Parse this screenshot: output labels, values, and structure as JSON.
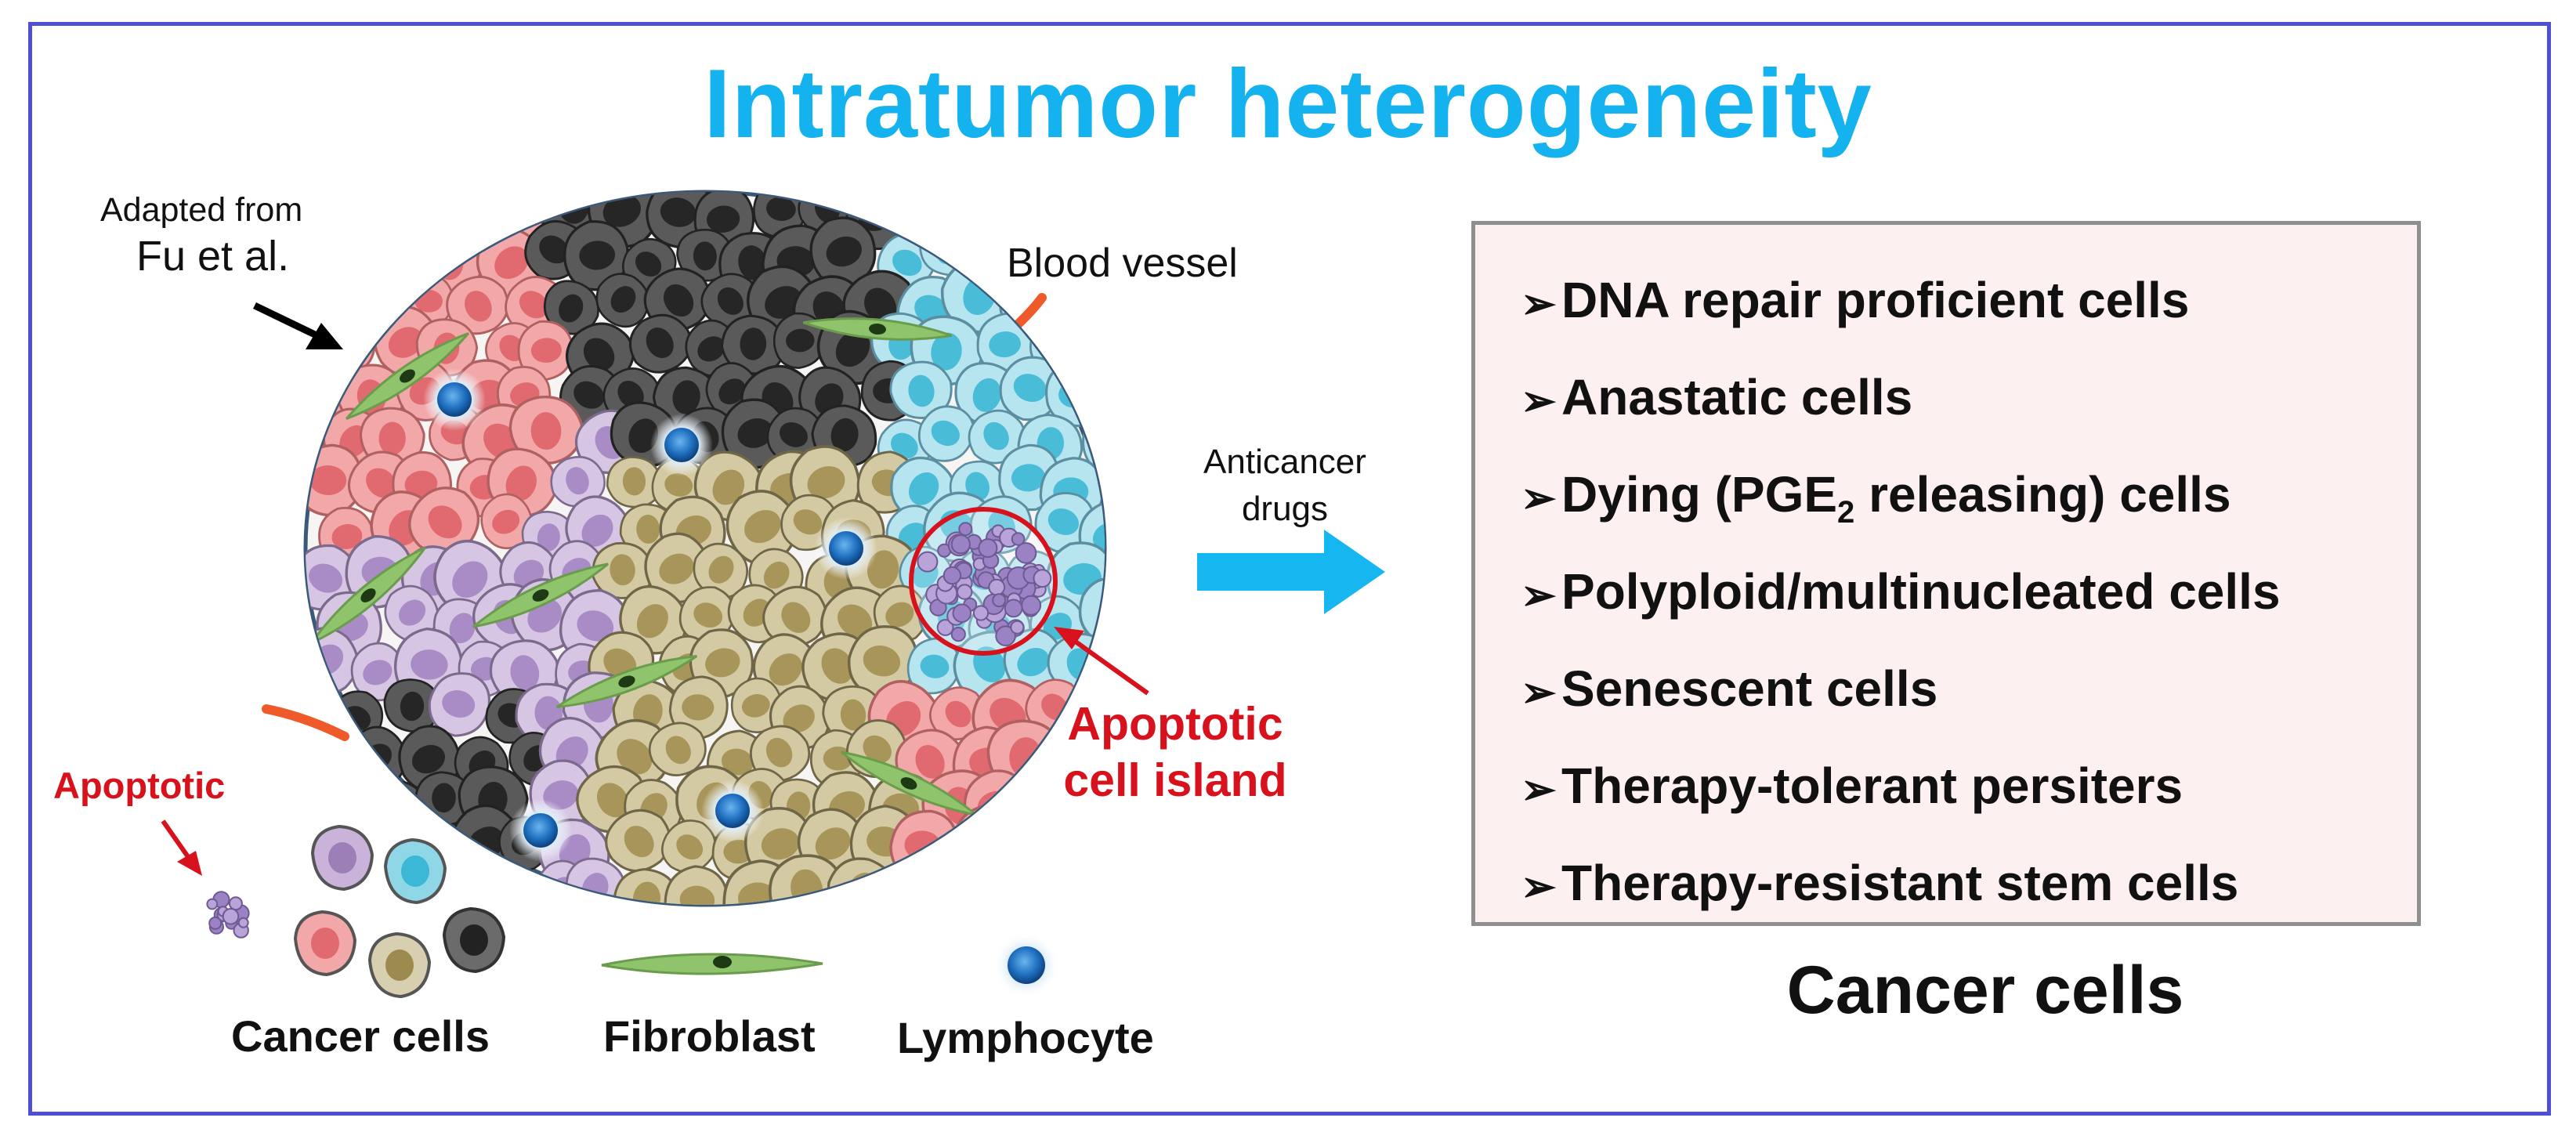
{
  "title": "Intratumor heterogeneity",
  "credit": {
    "line1": "Adapted from",
    "line2": "Fu et al."
  },
  "labels": {
    "blood_vessel": "Blood vessel",
    "anticancer_drugs": "Anticancer drugs",
    "apoptotic_island": "Apoptotic cell island",
    "apoptotic": "Apoptotic"
  },
  "legend": {
    "cancer_cells": "Cancer cells",
    "fibroblast": "Fibroblast",
    "lymphocyte": "Lymphocyte"
  },
  "cell_types": [
    {
      "pre": "DNA repair proficient cells",
      "sub": "",
      "post": ""
    },
    {
      "pre": "Anastatic cells",
      "sub": "",
      "post": ""
    },
    {
      "pre": "Dying (PGE",
      "sub": "2",
      "post": " releasing) cells"
    },
    {
      "pre": "Polyploid/multinucleated cells",
      "sub": "",
      "post": ""
    },
    {
      "pre": "Senescent cells",
      "sub": "",
      "post": ""
    },
    {
      "pre": "Therapy-tolerant persiters",
      "sub": "",
      "post": ""
    },
    {
      "pre": "Therapy-resistant stem cells",
      "sub": "",
      "post": ""
    }
  ],
  "panel_caption": "Cancer cells",
  "colors": {
    "title": "#14b2ee",
    "frame": "#4f4fd6",
    "apoptotic_text": "#d8121c",
    "arrow": "#16b6f0",
    "pink_cell": "#f2a7a9",
    "purple_cell": "#c9b3da",
    "cyan_cell": "#8fd6e6",
    "dark_cell": "#4a4a4a",
    "olive_cell": "#c4b68a",
    "fibroblast": "#8fc46c",
    "lymphocyte": "#1f6fc0"
  },
  "icons": [
    "chevron-right-icon",
    "thick-right-arrow-icon",
    "black-arrow-icon",
    "red-arrow-icon"
  ]
}
